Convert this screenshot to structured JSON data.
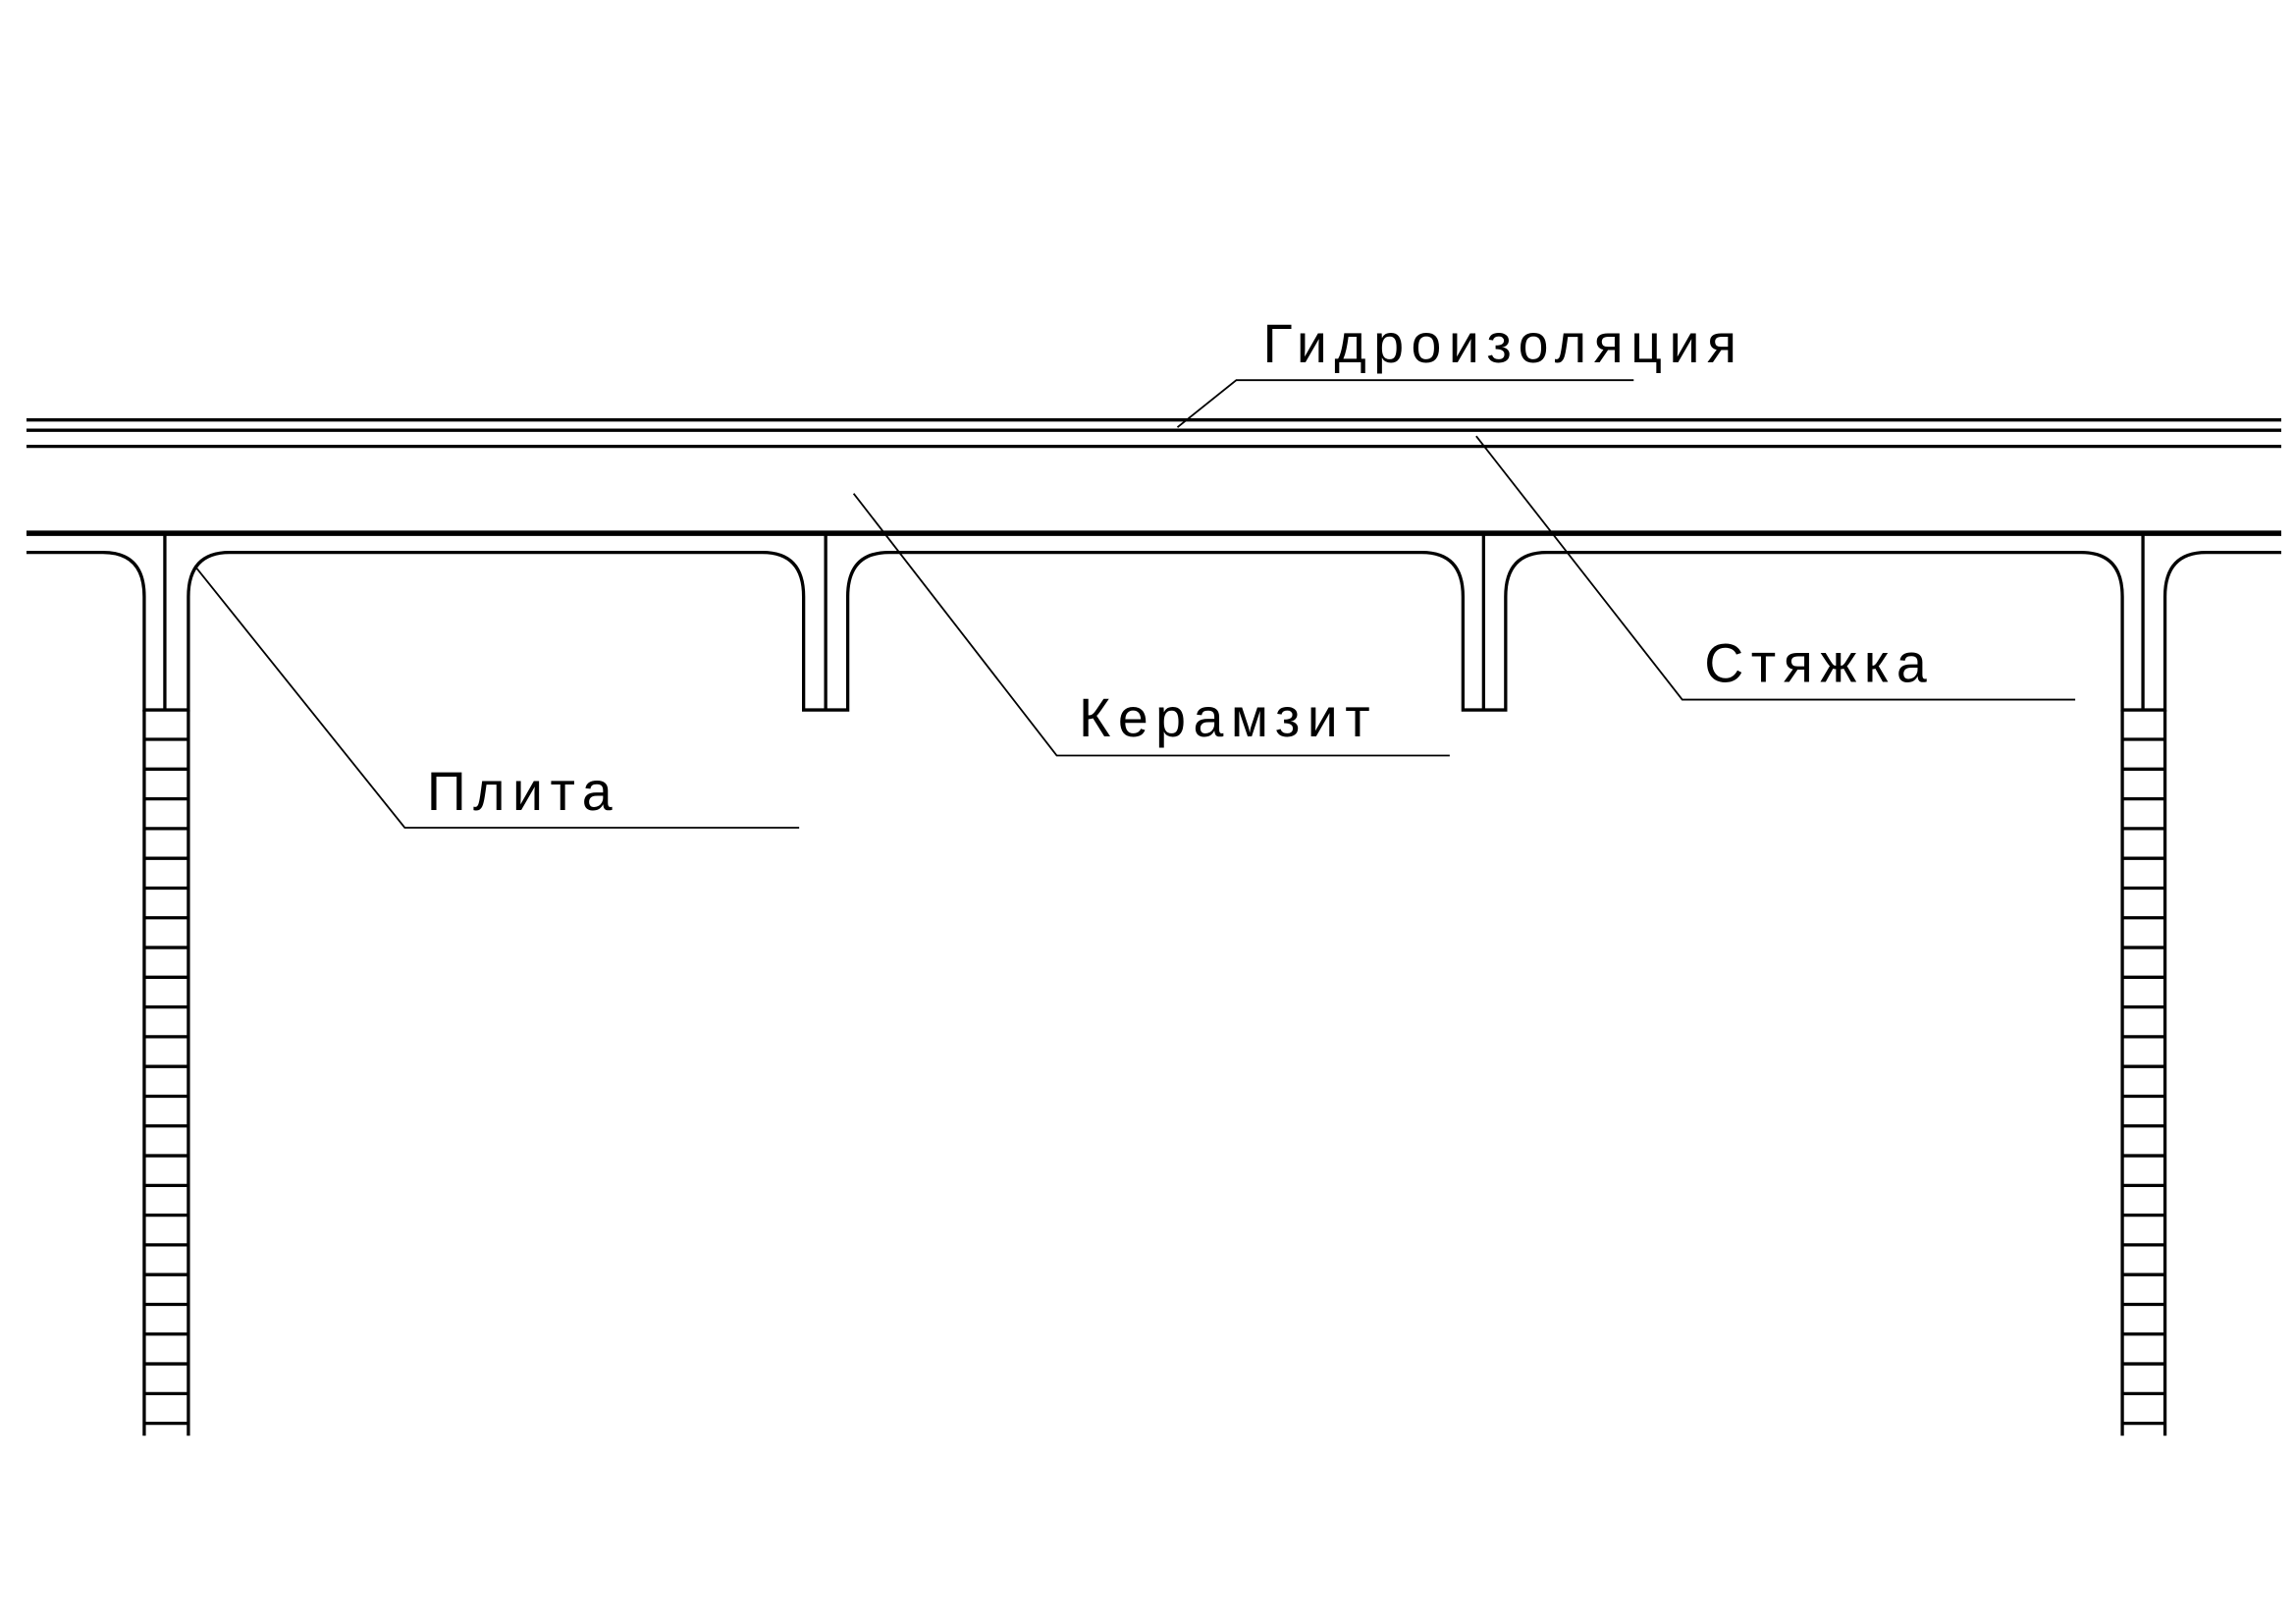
{
  "labels": {
    "waterproofing": "Гидроизоляция",
    "screed": "Стяжка",
    "expanded_clay": "Керамзит",
    "slab": "Плита"
  },
  "colors": {
    "line": "#000000",
    "background": "#ffffff"
  }
}
